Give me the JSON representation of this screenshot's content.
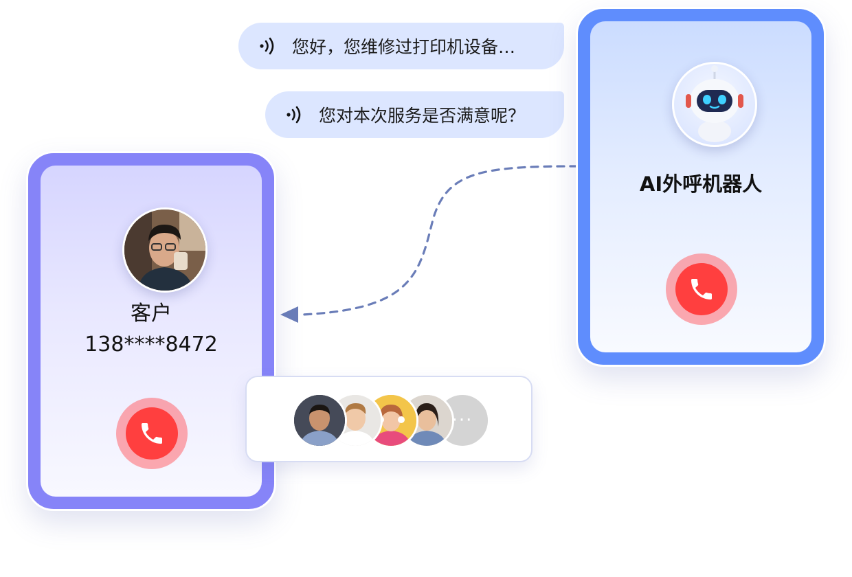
{
  "bubbles": [
    {
      "text": "您好，您维修过打印机设备…"
    },
    {
      "text": "您对本次服务是否满意呢？"
    }
  ],
  "customer": {
    "label": "客户",
    "phone": "138****8472"
  },
  "robot": {
    "label": "AI外呼机器人"
  },
  "group": {
    "more": "···"
  },
  "colors": {
    "customer_frame": "#8684f8",
    "robot_frame": "#5f8dfd",
    "hangup": "#ff3f3f",
    "bubble": "#dce6ff",
    "arrow": "#6a7db8"
  }
}
